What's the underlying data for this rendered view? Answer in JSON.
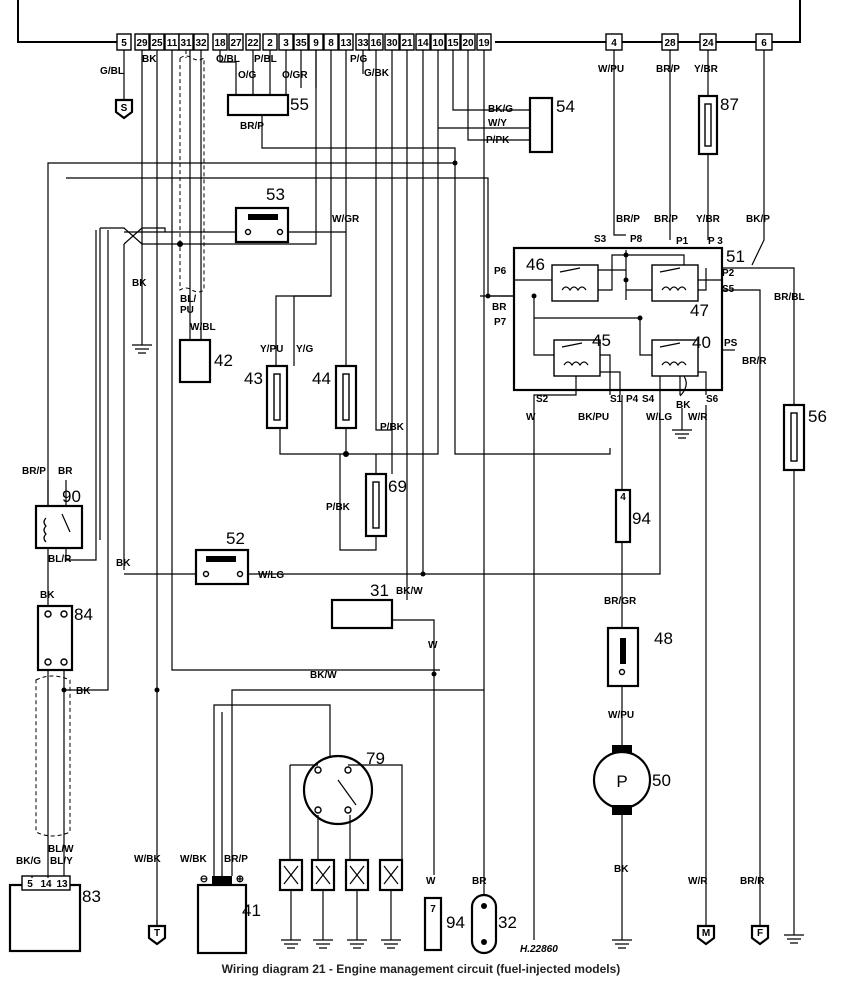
{
  "caption": "Wiring diagram 21 - Engine management circuit (fuel-injected models)",
  "ref_code": "H.22860",
  "connector_pins": [
    "5",
    "29",
    "25",
    "11",
    "31",
    "32",
    "18",
    "27",
    "22",
    "2",
    "3",
    "35",
    "9",
    "8",
    "13",
    "33",
    "16",
    "30",
    "21",
    "14",
    "10",
    "15",
    "20",
    "19"
  ],
  "right_pins": [
    "4",
    "28",
    "24",
    "6"
  ],
  "wire_labels": {
    "g_bl": "G/BL",
    "bk_top": "BK",
    "o_bl": "O/BL",
    "p_bl": "P/BL",
    "o_g": "O/G",
    "o_gr": "O/GR",
    "p_g": "P/G",
    "g_bk": "G/BK",
    "br_p_55": "BR/P",
    "bk_g": "BK/G",
    "w_y": "W/Y",
    "p_pk": "P/PK",
    "w_pu_top": "W/PU",
    "br_p_28": "BR/P",
    "y_br_top": "Y/BR",
    "w_gr_53": "W/GR",
    "br_p_s3": "BR/P",
    "br_p_p1": "BR/P",
    "y_br_p3": "Y/BR",
    "bk_p": "BK/P",
    "bk_left": "BK",
    "bl_pu": "BL/",
    "bl_pu2": "PU",
    "w_bl": "W/BL",
    "y_pu": "Y/PU",
    "y_g": "Y/G",
    "p_bk_1": "P/BK",
    "p_bk_2": "P/BK",
    "br_bl": "BR/BL",
    "br_r": "BR/R",
    "w_relay": "W",
    "bk_pu": "BK/PU",
    "w_lg_relay": "W/LG",
    "bk_relay": "BK",
    "w_r_relay": "W/R",
    "br_p_90": "BR/P",
    "br_90": "BR",
    "bl_r": "BL/R",
    "bk_84": "BK",
    "bk_84r": "BK",
    "bk_52": "BK",
    "w_lg_52": "W/LG",
    "bk_w_31": "BK/W",
    "w_31": "W",
    "br_gr": "BR/GR",
    "w_pu_48": "W/PU",
    "bk_w": "BK/W",
    "bl_w": "BL/W",
    "bk_g_83": "BK/G",
    "bl_y_83": "BL/Y",
    "w_bk_1": "W/BK",
    "w_bk_2": "W/BK",
    "br_p_41": "BR/P",
    "w_94": "W",
    "br_32": "BR",
    "bk_50": "BK",
    "w_r_m": "W/R",
    "br_r_f": "BR/R"
  },
  "relay_pins": {
    "s3": "S3",
    "p8": "P8",
    "p1": "P1",
    "p3": "P 3",
    "p6": "P6",
    "br": "BR",
    "p7": "P7",
    "p2": "P2",
    "s5": "S5",
    "ps": "PS",
    "s2": "S2",
    "s1": "S1",
    "p4": "P4",
    "s4": "S4",
    "s6": "S6"
  },
  "components": {
    "c55": "55",
    "c54": "54",
    "c87": "87",
    "c53": "53",
    "c51": "51",
    "c46": "46",
    "c47": "47",
    "c42": "42",
    "c45": "45",
    "c40": "40",
    "c43": "43",
    "c44": "44",
    "c56": "56",
    "c69": "69",
    "c90": "90",
    "c94a": "94",
    "c52": "52",
    "c31": "31",
    "c48": "48",
    "c84": "84",
    "c79": "79",
    "c50": "50",
    "c83": "83",
    "c41": "41",
    "c94b": "94",
    "c32": "32"
  },
  "pin_83": [
    "5",
    "14",
    "13"
  ],
  "pin_94": "4",
  "pin_94b": "7",
  "pump_letter": "P",
  "earth_tags": {
    "s": "S",
    "t": "T",
    "m": "M",
    "f": "F"
  },
  "polarity": {
    "minus": "⊖",
    "plus": "⊕"
  }
}
